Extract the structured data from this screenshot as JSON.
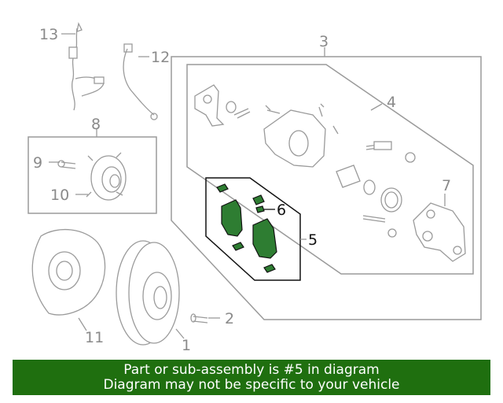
{
  "diagram": {
    "callouts": {
      "c1": "1",
      "c2": "2",
      "c3": "3",
      "c4": "4",
      "c5": "5",
      "c6": "6",
      "c7": "7",
      "c8": "8",
      "c9": "9",
      "c10": "10",
      "c11": "11",
      "c12": "12",
      "c13": "13"
    },
    "highlight_color": "#2e7d32",
    "line_color": "#9a9a9a"
  },
  "banner": {
    "line1": "Part or sub-assembly is #5 in diagram",
    "line2": "Diagram may not be specific to your vehicle",
    "color": "#1f6f0f"
  }
}
